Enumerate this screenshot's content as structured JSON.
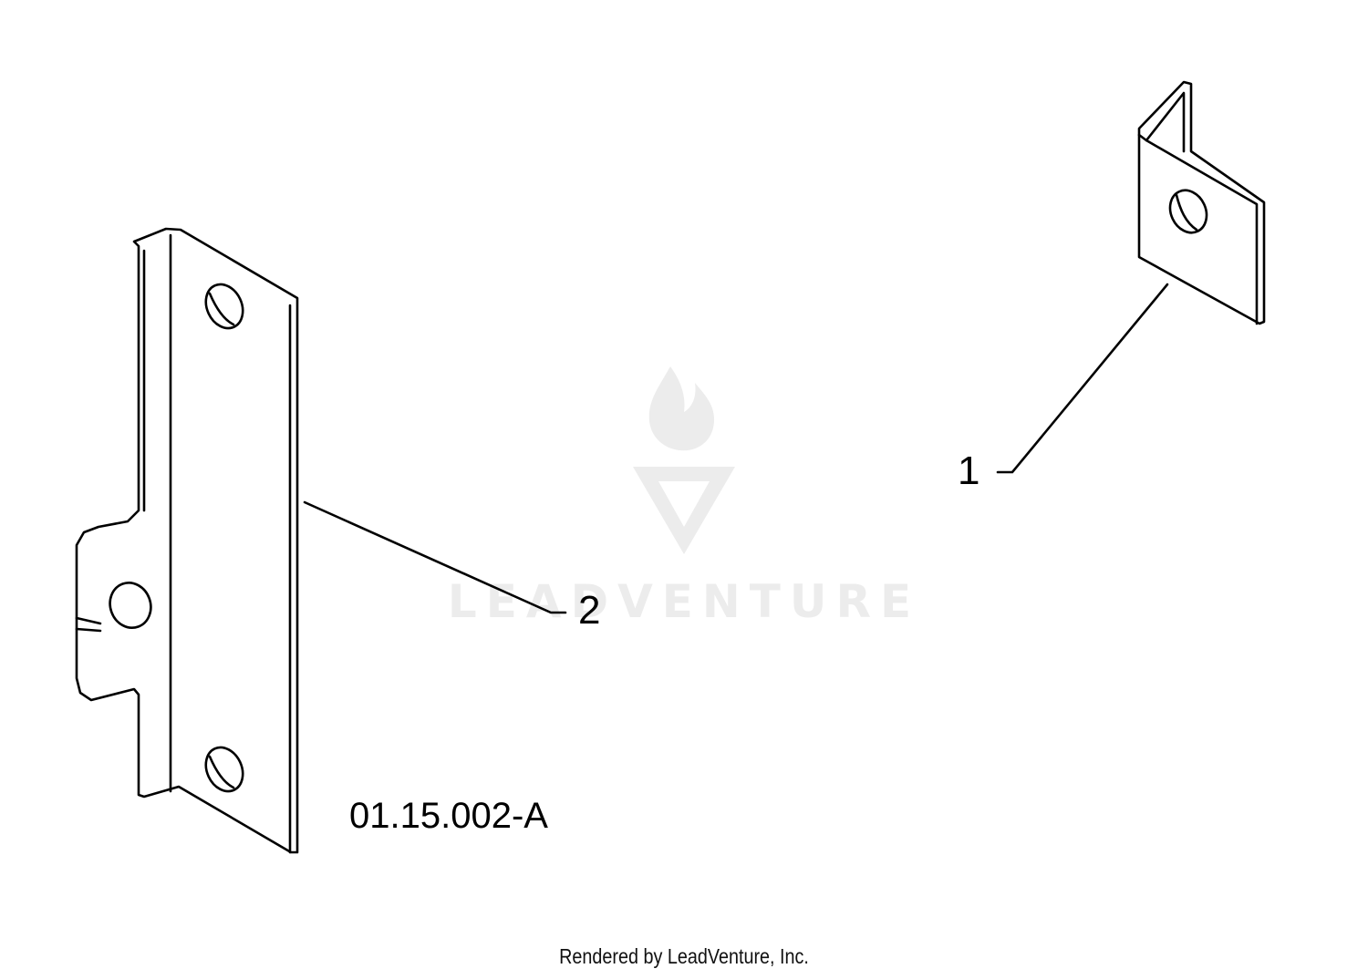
{
  "diagram": {
    "callouts": [
      "1",
      "2"
    ],
    "drawing_code": "01.15.002-A"
  },
  "watermark": {
    "text": "LEADVENTURE"
  },
  "footer": {
    "text": "Rendered by LeadVenture, Inc."
  }
}
